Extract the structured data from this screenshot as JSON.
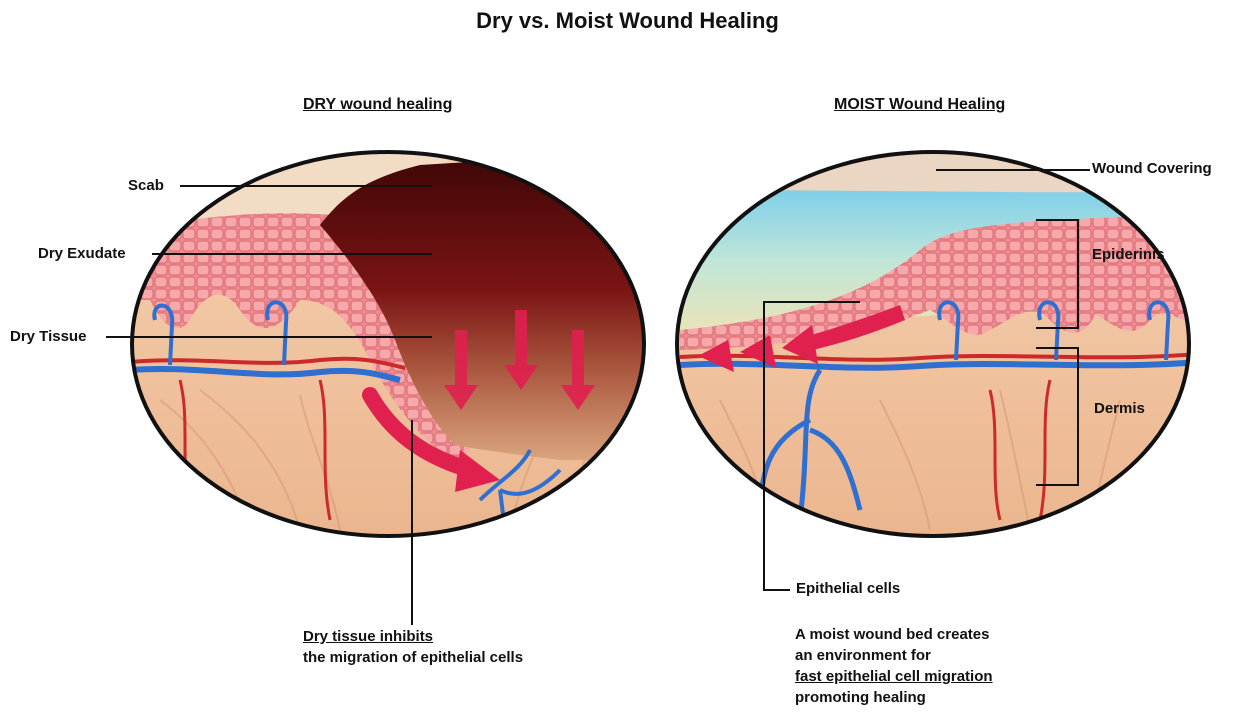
{
  "title": "Dry vs. Moist Wound Healing",
  "dry": {
    "heading": "DRY wound healing",
    "labels": {
      "scab": "Scab",
      "dry_exudate": "Dry Exudate",
      "dry_tissue": "Dry Tissue"
    },
    "caption": {
      "line1": "Dry tissue inhibits",
      "line2": "the migration of epithelial cells"
    }
  },
  "moist": {
    "heading": "MOIST Wound Healing",
    "labels": {
      "wound_covering": "Wound Covering",
      "epidermis": "Epiderinis",
      "dermis": "Dermis",
      "epithelial_cells": "Epithelial cells"
    },
    "caption": {
      "line1": "A moist wound bed creates",
      "line2": "an environment for",
      "line3": "fast epithelial cell migration",
      "line4": "promoting healing"
    }
  },
  "colors": {
    "skin": "#f2c9a6",
    "epidermis": "#ef8c92",
    "scab": "#6a1010",
    "artery": "#cc2a2a",
    "vein": "#2f6fd0",
    "arrow": "#e0204f",
    "gel": "#9fd8ee",
    "covering": "#ead6c2"
  }
}
